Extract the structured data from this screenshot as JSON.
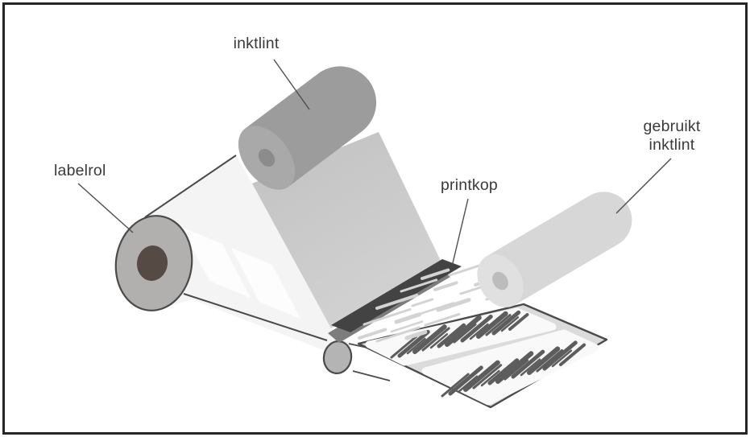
{
  "figure": {
    "title": "thermal transfer label printer diagram",
    "background": "#ffffff",
    "border_color": "#262626"
  },
  "annotations": {
    "inktlint": {
      "text": "inktlint"
    },
    "labelrol": {
      "text": "labelrol"
    },
    "printkop": {
      "text": "printkop"
    },
    "gebruikt_inktlint": {
      "text": "gebruikt\ninktlint"
    }
  },
  "colors": {
    "outline": "#4a4a4a",
    "leader_line": "#4f4f4f",
    "web_fill": "#f4f4f4",
    "web_blank_label": "#fdfdfd",
    "ribbon_band_top": "#c1c1c1",
    "ribbon_band_bottom": "#d2d2d2",
    "ink_roll_body": "#9c9c9c",
    "ink_roll_cap": "#a9a9a9",
    "ink_roll_core": "#8c8c8c",
    "label_roll_face": "#b2b0af",
    "label_roll_core": "#564a45",
    "platen_fill": "#b4b4b4",
    "printhead_top": "#434343",
    "printhead_side": "#7d7d7d",
    "sheet_fill": "#dbdbdb",
    "label_fill": "#f9f9f9",
    "barcode_bar": "#5d5d5d",
    "used_roll_body": "#d7d7d7",
    "used_roll_cap": "#e0e0e0",
    "used_roll_core": "#bcbcbc",
    "streak": "#d3d3d3"
  },
  "barcode_bar_angle_deg": -40,
  "streak_angle_deg": -18,
  "barcode_label_1": {
    "bars": [
      [
        486,
        444,
        40,
        3
      ],
      [
        496,
        442,
        46,
        5
      ],
      [
        506,
        439,
        28,
        2.5
      ],
      [
        515,
        437,
        48,
        6
      ],
      [
        525,
        435,
        42,
        3
      ],
      [
        535,
        432,
        26,
        2.5
      ],
      [
        545,
        430,
        40,
        5
      ],
      [
        555,
        428,
        52,
        6
      ],
      [
        564,
        425,
        34,
        3
      ],
      [
        574,
        423,
        46,
        5
      ],
      [
        584,
        421,
        28,
        2.5
      ],
      [
        594,
        418,
        44,
        6
      ],
      [
        604,
        416,
        38,
        3
      ],
      [
        613,
        414,
        40,
        5
      ],
      [
        623,
        411,
        26,
        2.5
      ],
      [
        633,
        409,
        28,
        4
      ]
    ]
  },
  "barcode_label_2": {
    "bars": [
      [
        549,
        492,
        42,
        3
      ],
      [
        559,
        489,
        50,
        5
      ],
      [
        569,
        487,
        30,
        2.5
      ],
      [
        578,
        484,
        52,
        6
      ],
      [
        588,
        482,
        44,
        3
      ],
      [
        598,
        479,
        28,
        2.5
      ],
      [
        608,
        476,
        44,
        5
      ],
      [
        618,
        474,
        54,
        6
      ],
      [
        627,
        471,
        36,
        3
      ],
      [
        637,
        468,
        48,
        5
      ],
      [
        647,
        466,
        30,
        2.5
      ],
      [
        657,
        463,
        46,
        6
      ],
      [
        667,
        461,
        40,
        3
      ],
      [
        676,
        458,
        50,
        5
      ],
      [
        686,
        455,
        30,
        2.5
      ],
      [
        696,
        453,
        38,
        4
      ]
    ]
  },
  "ribbon_streaks": [
    [
      446,
      420,
      34,
      4
    ],
    [
      468,
      424,
      55,
      3
    ],
    [
      505,
      420,
      24,
      5
    ],
    [
      452,
      403,
      60,
      3
    ],
    [
      492,
      400,
      30,
      5
    ],
    [
      528,
      404,
      44,
      3
    ],
    [
      468,
      383,
      52,
      4
    ],
    [
      512,
      380,
      26,
      3
    ],
    [
      544,
      385,
      40,
      5
    ],
    [
      498,
      362,
      46,
      3
    ],
    [
      540,
      360,
      28,
      4
    ],
    [
      572,
      365,
      36,
      3
    ],
    [
      524,
      346,
      34,
      4
    ],
    [
      558,
      342,
      44,
      3
    ],
    [
      590,
      354,
      22,
      4
    ],
    [
      604,
      372,
      26,
      3
    ],
    [
      486,
      412,
      40,
      2.5
    ],
    [
      515,
      392,
      50,
      2.5
    ]
  ]
}
